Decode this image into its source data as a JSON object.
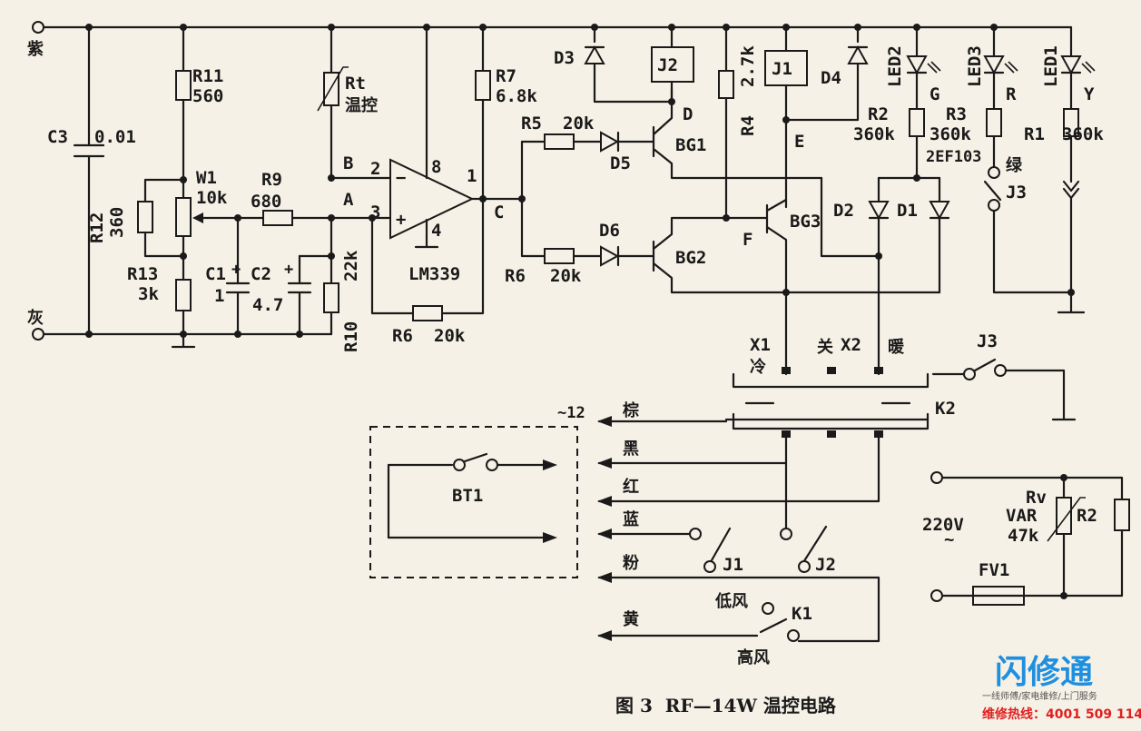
{
  "terminals": {
    "left_top": "紫",
    "left_bottom": "灰"
  },
  "components": {
    "c3": "C3",
    "c3_val": "0.01",
    "r11": "R11",
    "r11_val": "560",
    "r12": "R12",
    "r12_val": "360",
    "w1": "W1",
    "w1_val": "10k",
    "r13": "R13",
    "r13_val": "3k",
    "c1": "C1",
    "c1_val": "1",
    "c2": "C2",
    "c2_val": "4.7",
    "r9": "R9",
    "r9_val": "680",
    "rt": "Rt",
    "rt_desc": "温控",
    "r10": "R10",
    "r10_val": "22k",
    "r6_fb": "R6",
    "r6_fb_val": "20k",
    "opamp": "LM339",
    "pin2": "2",
    "pin3": "3",
    "pin8": "8",
    "pin4": "4",
    "pin1": "1",
    "node_a": "A",
    "node_b": "B",
    "node_c": "C",
    "node_d": "D",
    "node_e": "E",
    "node_f": "F",
    "r7": "R7",
    "r7_val": "6.8k",
    "r5": "R5",
    "r5_val": "20k",
    "r6": "R6",
    "r6_val": "20k",
    "d3": "D3",
    "d4": "D4",
    "d5": "D5",
    "d6": "D6",
    "d2": "D2",
    "d1": "D1",
    "j2": "J2",
    "j1": "J1",
    "bg1": "BG1",
    "bg2": "BG2",
    "bg3": "BG3",
    "r4": "R4",
    "r4_val": "2.7k",
    "led2": "LED2",
    "led3": "LED3",
    "led1": "LED1",
    "led2_color": "G",
    "led3_color": "R",
    "led1_color": "Y",
    "r2": "R2",
    "r2_val": "360k",
    "r3": "R3",
    "r3_val": "360k",
    "r1": "R1",
    "r1_val": "360k",
    "diode_part": "2EF103",
    "green": "绿",
    "j3": "J3"
  },
  "switch_k2": {
    "x1": "X1",
    "x2": "X2",
    "cold": "冷",
    "off": "关",
    "warm": "暖",
    "label": "K2",
    "j3": "J3"
  },
  "wires": {
    "supply": "~12",
    "brown": "棕",
    "black": "黑",
    "red": "红",
    "blue": "蓝",
    "pink": "粉",
    "yellow": "黄"
  },
  "lower": {
    "bt1": "BT1",
    "j1": "J1",
    "j2": "J2",
    "low_fan": "低风",
    "k1": "K1",
    "high_fan": "高风"
  },
  "power": {
    "rv": "Rv",
    "var": "VAR",
    "rv_val": "47k",
    "r2": "R2",
    "mains": "220V",
    "tilde": "~",
    "fuse": "FV1"
  },
  "caption": "图 3  RF—14W 温控电路",
  "watermark": {
    "brand": "闪修通",
    "slogan": "一线师傅/家电维修/上门服务",
    "hotline": "维修热线：4001 509 114"
  }
}
